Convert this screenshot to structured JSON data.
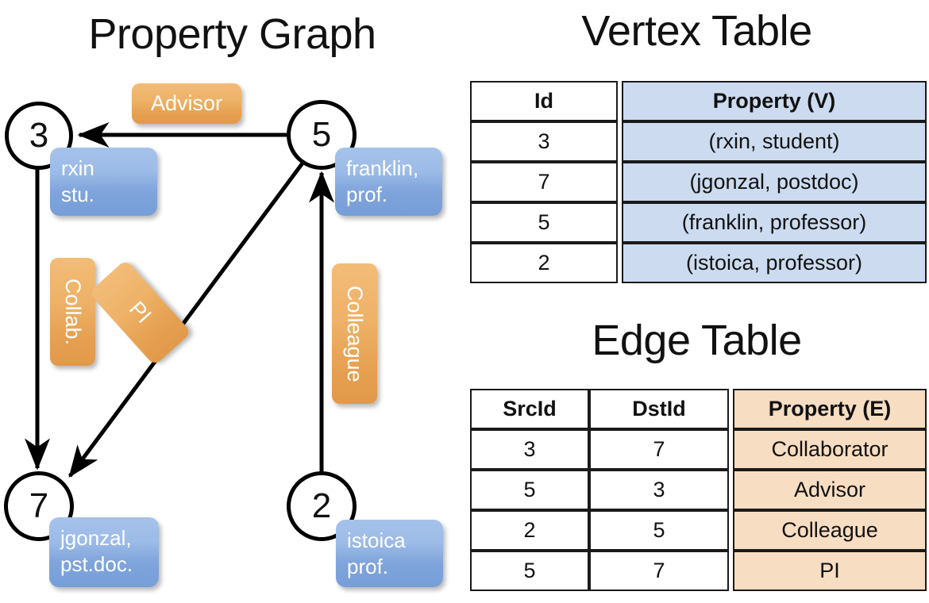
{
  "titles": {
    "property_graph": "Property Graph",
    "vertex_table": "Vertex Table",
    "edge_table": "Edge Table"
  },
  "graph": {
    "nodes": [
      {
        "id": "3",
        "property": "rxin\nstu.",
        "prop_line1": "rxin",
        "prop_line2": "stu."
      },
      {
        "id": "5",
        "property": "franklin,\nprof.",
        "prop_line1": "franklin,",
        "prop_line2": "prof."
      },
      {
        "id": "7",
        "property": "jgonzal,\npst.doc.",
        "prop_line1": "jgonzal,",
        "prop_line2": "pst.doc."
      },
      {
        "id": "2",
        "property": "istoica\nprof.",
        "prop_line1": "istoica",
        "prop_line2": "prof."
      }
    ],
    "edge_labels": [
      {
        "name": "advisor",
        "label": "Advisor"
      },
      {
        "name": "collab",
        "label": "Collab."
      },
      {
        "name": "pi",
        "label": "PI"
      },
      {
        "name": "colleague",
        "label": "Colleague"
      }
    ]
  },
  "vertex_table": {
    "headers": [
      "Id",
      "Property (V)"
    ],
    "rows": [
      {
        "id": "3",
        "property": "(rxin, student)"
      },
      {
        "id": "7",
        "property": "(jgonzal, postdoc)"
      },
      {
        "id": "5",
        "property": "(franklin, professor)"
      },
      {
        "id": "2",
        "property": "(istoica, professor)"
      }
    ]
  },
  "edge_table": {
    "headers": [
      "SrcId",
      "DstId",
      "Property (E)"
    ],
    "rows": [
      {
        "src": "3",
        "dst": "7",
        "property": "Collaborator"
      },
      {
        "src": "5",
        "dst": "3",
        "property": "Advisor"
      },
      {
        "src": "2",
        "dst": "5",
        "property": "Colleague"
      },
      {
        "src": "5",
        "dst": "7",
        "property": "PI"
      }
    ]
  },
  "colors": {
    "vertex_property_fill": "#ccdbef",
    "edge_property_fill": "#f7ddc2",
    "node_callout_blue": "#8fb0e0",
    "edge_label_orange": "#eaa75a",
    "stroke": "#000000"
  }
}
